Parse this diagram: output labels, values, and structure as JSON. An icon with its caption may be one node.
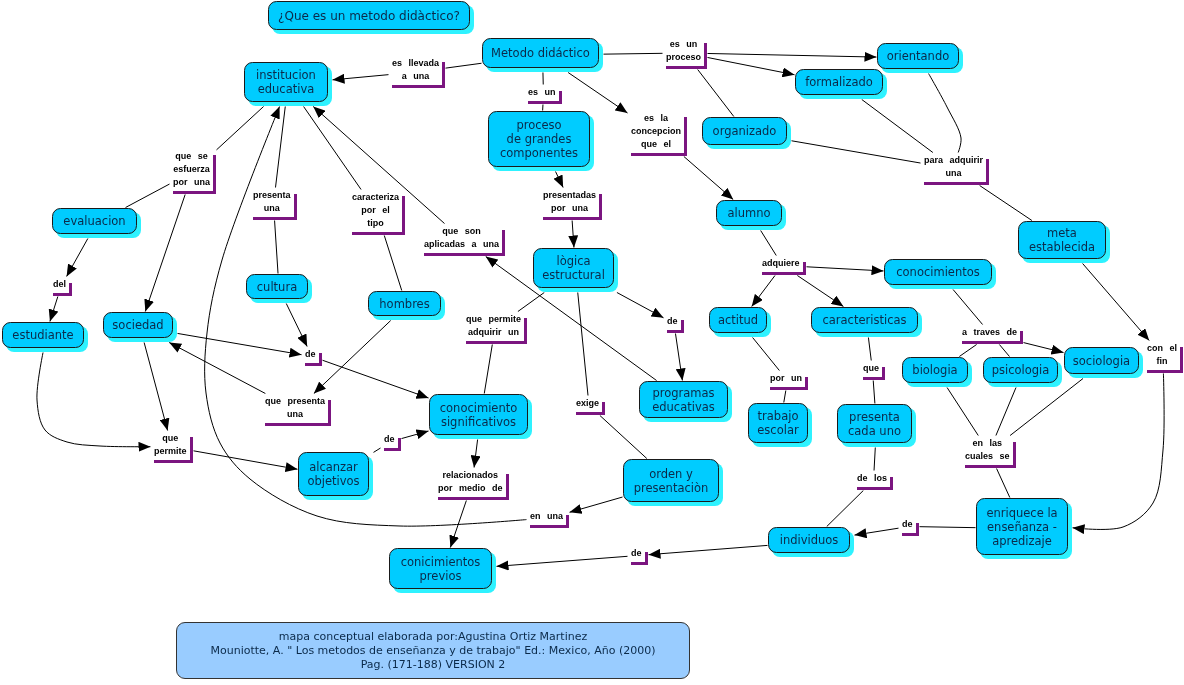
{
  "diagram": {
    "title": "¿Que es un metodo didàctico?",
    "caption": "mapa conceptual elaborada por:Agustina Ortiz Martinez Mouniotte, A. \" Los metodos de enseñanza y de trabajo\" Ed.: Mexico, Año (2000) Pag. (171-188) VERSION 2",
    "nodes": [
      {
        "text": [
          "Metodo didáctico"
        ]
      },
      {
        "text": [
          "es llevada a una"
        ]
      },
      {
        "text": [
          "es un proceso"
        ]
      },
      {
        "text": [
          "orientando"
        ]
      },
      {
        "text": [
          "institucion educativa"
        ]
      },
      {
        "text": [
          "formalizado"
        ]
      },
      {
        "text": [
          "es un"
        ]
      },
      {
        "text": [
          "proceso de grandes componentes"
        ]
      },
      {
        "text": [
          "es la concepcion que el"
        ]
      },
      {
        "text": [
          "organizado"
        ]
      },
      {
        "text": [
          "que se esfuerza por una"
        ]
      },
      {
        "text": [
          "para adquirir una"
        ]
      },
      {
        "text": [
          "presenta una"
        ]
      },
      {
        "text": [
          "caracteriza por el tipo"
        ]
      },
      {
        "text": [
          "presentadas por una"
        ]
      },
      {
        "text": [
          "alumno"
        ]
      },
      {
        "text": [
          "evaluacion"
        ]
      },
      {
        "text": [
          "meta establecida"
        ]
      },
      {
        "text": [
          "que son aplicadas a una"
        ]
      },
      {
        "text": [
          "lògica estructural"
        ]
      },
      {
        "text": [
          "adquiere"
        ]
      },
      {
        "text": [
          "conocimientos"
        ]
      },
      {
        "text": [
          "cultura"
        ]
      },
      {
        "text": [
          "del"
        ]
      },
      {
        "text": [
          "hombres"
        ]
      },
      {
        "text": [
          "actitud"
        ]
      },
      {
        "text": [
          "caracteristicas"
        ]
      },
      {
        "text": [
          "sociedad"
        ]
      },
      {
        "text": [
          "que permite adquirir un"
        ]
      },
      {
        "text": [
          "de"
        ]
      },
      {
        "text": [
          "estudiante"
        ]
      },
      {
        "text": [
          "a traves de"
        ]
      },
      {
        "text": [
          "con el fin"
        ]
      },
      {
        "text": [
          "de"
        ]
      },
      {
        "text": [
          "sociologia"
        ]
      },
      {
        "text": [
          "biologia"
        ]
      },
      {
        "text": [
          "psicologia"
        ]
      },
      {
        "text": [
          "que"
        ]
      },
      {
        "text": [
          "por un"
        ]
      },
      {
        "text": [
          "programas educativas"
        ]
      },
      {
        "text": [
          "que presenta una"
        ]
      },
      {
        "text": [
          "conocimiento significativos"
        ]
      },
      {
        "text": [
          "exige"
        ]
      },
      {
        "text": [
          "trabajo escolar"
        ]
      },
      {
        "text": [
          "presenta cada uno"
        ]
      },
      {
        "text": [
          "que permite"
        ]
      },
      {
        "text": [
          "de"
        ]
      },
      {
        "text": [
          "en las cuales se"
        ]
      },
      {
        "text": [
          "alcanzar objetivos"
        ]
      },
      {
        "text": [
          "orden y presentaciòn"
        ]
      },
      {
        "text": [
          "relacionados por medio de"
        ]
      },
      {
        "text": [
          "de los"
        ]
      },
      {
        "text": [
          "enriquece la enseñanza - apredizaje"
        ]
      },
      {
        "text": [
          "en una"
        ]
      },
      {
        "text": [
          "de"
        ]
      },
      {
        "text": [
          "individuos"
        ]
      },
      {
        "text": [
          "de"
        ]
      },
      {
        "text": [
          "conicimientos previos"
        ]
      }
    ],
    "edges": [
      {
        "from": 0,
        "to": 1,
        "arrow": "none"
      },
      {
        "from": 1,
        "to": 4,
        "arrow": "to"
      },
      {
        "from": 0,
        "to": 6,
        "arrow": "none"
      },
      {
        "from": 6,
        "to": 7,
        "arrow": "none"
      },
      {
        "from": 0,
        "to": 8,
        "arrow": "to"
      },
      {
        "from": 8,
        "to": 15,
        "arrow": "to"
      },
      {
        "from": 0,
        "to": 2,
        "arrow": "none"
      },
      {
        "from": 2,
        "to": 3,
        "arrow": "to"
      },
      {
        "from": 2,
        "to": 5,
        "arrow": "to"
      },
      {
        "from": 2,
        "to": 9,
        "arrow": "none"
      },
      {
        "from": 3,
        "to": 11,
        "arrow": "none"
      },
      {
        "from": 5,
        "to": 11,
        "arrow": "none"
      },
      {
        "from": 9,
        "to": 11,
        "arrow": "none"
      },
      {
        "from": 11,
        "to": 17,
        "arrow": "none"
      },
      {
        "from": 17,
        "to": 32,
        "arrow": "to"
      },
      {
        "from": 32,
        "to": 52,
        "arrow": "to"
      },
      {
        "from": 4,
        "to": 10,
        "arrow": "none"
      },
      {
        "from": 10,
        "to": 16,
        "arrow": "none"
      },
      {
        "from": 10,
        "to": 27,
        "arrow": "to"
      },
      {
        "from": 16,
        "to": 23,
        "arrow": "to"
      },
      {
        "from": 23,
        "to": 30,
        "arrow": "to"
      },
      {
        "from": 30,
        "to": 45,
        "arrow": "to"
      },
      {
        "from": 27,
        "to": 45,
        "arrow": "to"
      },
      {
        "from": 45,
        "to": 48,
        "arrow": "to"
      },
      {
        "from": 4,
        "to": 12,
        "arrow": "none"
      },
      {
        "from": 12,
        "to": 22,
        "arrow": "none"
      },
      {
        "from": 22,
        "to": 33,
        "arrow": "to"
      },
      {
        "from": 27,
        "to": 33,
        "arrow": "to"
      },
      {
        "from": 33,
        "to": 41,
        "arrow": "to"
      },
      {
        "from": 4,
        "to": 13,
        "arrow": "none"
      },
      {
        "from": 13,
        "to": 24,
        "arrow": "none"
      },
      {
        "from": 24,
        "to": 40,
        "arrow": "to"
      },
      {
        "from": 40,
        "to": 27,
        "arrow": "to"
      },
      {
        "from": 53,
        "to": 4,
        "arrow": "to"
      },
      {
        "from": 18,
        "to": 4,
        "arrow": "to"
      },
      {
        "from": 39,
        "to": 18,
        "arrow": "to"
      },
      {
        "from": 7,
        "to": 14,
        "arrow": "to"
      },
      {
        "from": 14,
        "to": 19,
        "arrow": "to"
      },
      {
        "from": 19,
        "to": 29,
        "arrow": "to"
      },
      {
        "from": 29,
        "to": 39,
        "arrow": "to"
      },
      {
        "from": 19,
        "to": 28,
        "arrow": "none"
      },
      {
        "from": 28,
        "to": 41,
        "arrow": "none"
      },
      {
        "from": 19,
        "to": 42,
        "arrow": "none"
      },
      {
        "from": 42,
        "to": 49,
        "arrow": "none"
      },
      {
        "from": 49,
        "to": 53,
        "arrow": "to"
      },
      {
        "from": 48,
        "to": 46,
        "arrow": "none"
      },
      {
        "from": 46,
        "to": 41,
        "arrow": "to"
      },
      {
        "from": 41,
        "to": 50,
        "arrow": "to"
      },
      {
        "from": 50,
        "to": 57,
        "arrow": "to"
      },
      {
        "from": 15,
        "to": 20,
        "arrow": "none"
      },
      {
        "from": 20,
        "to": 21,
        "arrow": "to"
      },
      {
        "from": 20,
        "to": 25,
        "arrow": "to"
      },
      {
        "from": 20,
        "to": 26,
        "arrow": "to"
      },
      {
        "from": 25,
        "to": 38,
        "arrow": "none"
      },
      {
        "from": 38,
        "to": 43,
        "arrow": "none"
      },
      {
        "from": 26,
        "to": 37,
        "arrow": "none"
      },
      {
        "from": 37,
        "to": 44,
        "arrow": "none"
      },
      {
        "from": 44,
        "to": 51,
        "arrow": "none"
      },
      {
        "from": 51,
        "to": 55,
        "arrow": "none"
      },
      {
        "from": 21,
        "to": 31,
        "arrow": "none"
      },
      {
        "from": 31,
        "to": 35,
        "arrow": "none"
      },
      {
        "from": 31,
        "to": 36,
        "arrow": "none"
      },
      {
        "from": 31,
        "to": 34,
        "arrow": "to"
      },
      {
        "from": 35,
        "to": 47,
        "arrow": "none"
      },
      {
        "from": 36,
        "to": 47,
        "arrow": "none"
      },
      {
        "from": 34,
        "to": 47,
        "arrow": "none"
      },
      {
        "from": 47,
        "to": 52,
        "arrow": "none"
      },
      {
        "from": 52,
        "to": 54,
        "arrow": "none"
      },
      {
        "from": 54,
        "to": 55,
        "arrow": "to"
      },
      {
        "from": 55,
        "to": 56,
        "arrow": "to"
      },
      {
        "from": 56,
        "to": 57,
        "arrow": "to"
      }
    ]
  }
}
